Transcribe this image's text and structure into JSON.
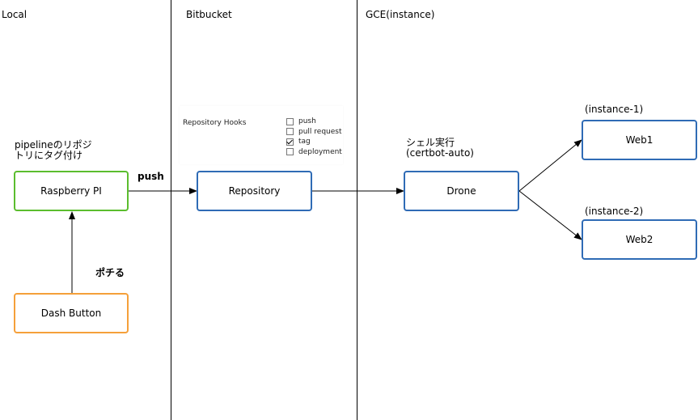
{
  "colors": {
    "green": "#5bbd2e",
    "orange": "#f5a03a",
    "blue": "#2f6bb5",
    "line": "#000000"
  },
  "lanes": [
    {
      "label": "Local"
    },
    {
      "label": "Bitbucket"
    },
    {
      "label": "GCE(instance)"
    }
  ],
  "nodes": {
    "raspberry": {
      "label": "Raspberry PI",
      "color": "green"
    },
    "dash": {
      "label": "Dash Button",
      "color": "orange"
    },
    "repository": {
      "label": "Repository",
      "color": "blue"
    },
    "drone": {
      "label": "Drone",
      "color": "blue"
    },
    "web1": {
      "label": "Web1",
      "color": "blue"
    },
    "web2": {
      "label": "Web2",
      "color": "blue"
    }
  },
  "notes": {
    "tag_line1": "pipelineのリポジ",
    "tag_line2": "トリにタグ付け",
    "push": "push",
    "pochiru": "ポチる",
    "shell_line1": "シェル実行",
    "shell_line2": "(certbot-auto)",
    "instance1": "(instance-1)",
    "instance2": "(instance-2)"
  },
  "repository_hooks": {
    "title": "Repository Hooks",
    "options": [
      {
        "label": "push",
        "checked": false
      },
      {
        "label": "pull request",
        "checked": false
      },
      {
        "label": "tag",
        "checked": true
      },
      {
        "label": "deployment",
        "checked": false
      }
    ]
  },
  "edges": [
    {
      "from": "dash",
      "to": "raspberry",
      "label": "ポチる"
    },
    {
      "from": "raspberry",
      "to": "repository",
      "label": "push"
    },
    {
      "from": "repository",
      "to": "drone"
    },
    {
      "from": "drone",
      "to": "web1"
    },
    {
      "from": "drone",
      "to": "web2"
    }
  ]
}
